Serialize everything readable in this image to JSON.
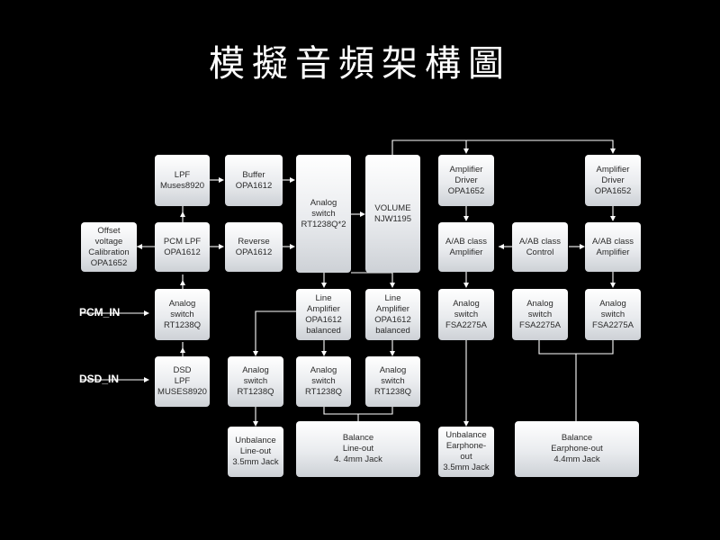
{
  "title": "模擬音頻架構圖",
  "colors": {
    "background": "#000000",
    "block": "#e9ebee",
    "line": "#ffffff",
    "text": "#2b2b2b"
  },
  "inputs": {
    "pcm": "PCM_IN",
    "dsd": "DSD_IN"
  },
  "blocks": {
    "lpf_muses": "LPF\nMuses8920",
    "buffer": "Buffer\nOPA1612",
    "analog_switch_main": "Analog\nswitch\nRT1238Q*2",
    "volume": "VOLUME\nNJW1195",
    "amp_driver_left": "Amplifier\nDriver\nOPA1652",
    "amp_driver_right": "Amplifier\nDriver\nOPA1652",
    "offset_cal": "Offset\nvoltage\nCalibration\nOPA1652",
    "pcm_lpf": "PCM LPF\nOPA1612",
    "reverse": "Reverse\nOPA1612",
    "ab_amp_left": "A/AB class\nAmplifier",
    "ab_control": "A/AB class\nControl",
    "ab_amp_right": "A/AB class\nAmplifier",
    "pcm_switch": "Analog\nswitch\nRT1238Q",
    "line_amp_left": "Line\nAmplifier\nOPA1612\nbalanced",
    "line_amp_right": "Line\nAmplifier\nOPA1612\nbalanced",
    "fsa_left": "Analog\nswitch\nFSA2275A",
    "fsa_mid": "Analog\nswitch\nFSA2275A",
    "fsa_right": "Analog\nswitch\nFSA2275A",
    "dsd_lpf": "DSD\nLPF\nMUSES8920",
    "switch_unbal_line": "Analog\nswitch\nRT1238Q",
    "switch_bal_left": "Analog\nswitch\nRT1238Q",
    "switch_bal_right": "Analog\nswitch\nRT1238Q",
    "unbal_lineout": "Unbalance\nLine-out\n3.5mm Jack",
    "bal_lineout": "Balance\nLine-out\n4. 4mm Jack",
    "unbal_earphone": "Unbalance\nEarphone-\nout\n3.5mm Jack",
    "bal_earphone": "Balance\nEarphone-out\n4.4mm Jack"
  }
}
